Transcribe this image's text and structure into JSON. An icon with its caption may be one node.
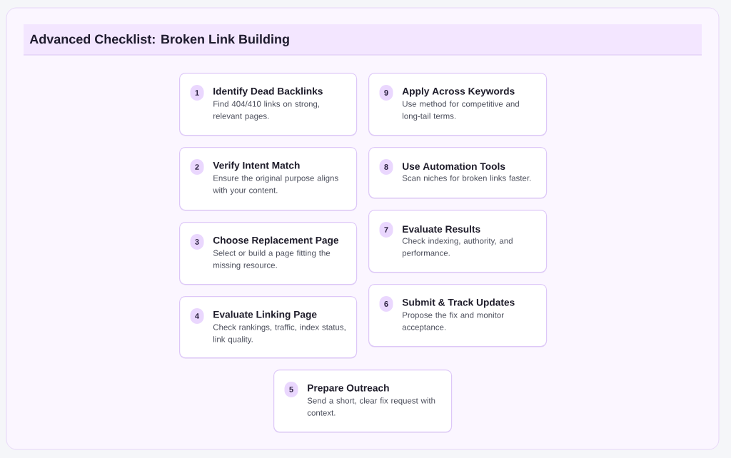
{
  "diagram": {
    "title": "Advanced Checklist: Broken Link Building",
    "nodes": [
      {
        "text": [
          "Identify Dead Backlinks",
          "Find 404/410 links on strong, relevant pages."
        ]
      },
      {
        "text": [
          "1"
        ],
        "in": 0
      },
      {
        "text": [
          "Apply Across Keywords",
          "Use method for competitive and long-tail terms."
        ]
      },
      {
        "text": [
          "9"
        ],
        "in": 2
      },
      {
        "text": [
          "Verify Intent Match",
          "Ensure the original purpose aligns with your content."
        ]
      },
      {
        "text": [
          "2"
        ],
        "in": 4
      },
      {
        "text": [
          "Use Automation Tools",
          "Scan niches for broken links faster."
        ]
      },
      {
        "text": [
          "8"
        ],
        "in": 6
      },
      {
        "text": [
          "Choose Replacement Page",
          "Select or build a page fitting the missing resource."
        ]
      },
      {
        "text": [
          "3"
        ],
        "in": 8
      },
      {
        "text": [
          "Evaluate Results",
          "Check indexing, authority, and performance."
        ]
      },
      {
        "text": [
          "7"
        ],
        "in": 10
      },
      {
        "text": [
          "Evaluate Linking Page",
          "Check rankings, traffic, index status, link quality."
        ]
      },
      {
        "text": [
          "4"
        ],
        "in": 12
      },
      {
        "text": [
          "Submit & Track Updates",
          "Propose the fix and monitor acceptance."
        ]
      },
      {
        "text": [
          "6"
        ],
        "in": 14
      },
      {
        "text": [
          "Prepare Outreach",
          "Send a short, clear fix request with context."
        ]
      },
      {
        "text": [
          "5"
        ],
        "in": 16
      }
    ]
  }
}
